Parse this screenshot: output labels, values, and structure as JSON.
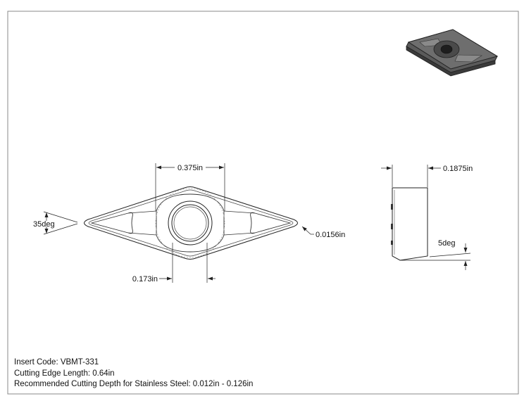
{
  "info": {
    "insert_code": "Insert Code: VBMT-331",
    "cutting_edge_length": "Cutting Edge Length: 0.64in",
    "cutting_depth": "Recommended Cutting Depth for Stainless Steel: 0.012in - 0.126in"
  },
  "dimensions": {
    "inscribed_circle": "0.375in",
    "hole_diameter": "0.173in",
    "nose_radius": "0.0156in",
    "insert_angle": "35deg",
    "thickness": "0.1875in",
    "clearance_angle": "5deg"
  },
  "colors": {
    "line": "#222222",
    "fill": "#ffffff",
    "iso_dark": "#4a4a4a",
    "iso_mid": "#6e6e6e",
    "iso_light": "#9a9a9a"
  }
}
